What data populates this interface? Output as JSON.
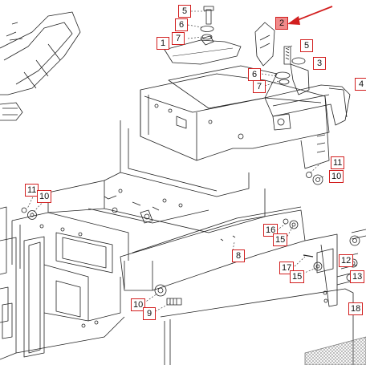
{
  "diagram": {
    "colors": {
      "line": "#222222",
      "accent": "#d21f1f",
      "highlight": "#f08a8a",
      "mesh": "#b0b0b0"
    },
    "callouts": [
      {
        "label": "5"
      },
      {
        "label": "6"
      },
      {
        "label": "7"
      },
      {
        "label": "1"
      },
      {
        "label": "2",
        "highlighted": true
      },
      {
        "label": "5"
      },
      {
        "label": "3"
      },
      {
        "label": "6"
      },
      {
        "label": "7"
      },
      {
        "label": "4"
      },
      {
        "label": "11"
      },
      {
        "label": "10"
      },
      {
        "label": "11"
      },
      {
        "label": "10"
      },
      {
        "label": "16"
      },
      {
        "label": "15"
      },
      {
        "label": "8"
      },
      {
        "label": "12"
      },
      {
        "label": "17"
      },
      {
        "label": "15"
      },
      {
        "label": "13"
      },
      {
        "label": "10"
      },
      {
        "label": "9"
      },
      {
        "label": "18"
      }
    ]
  }
}
